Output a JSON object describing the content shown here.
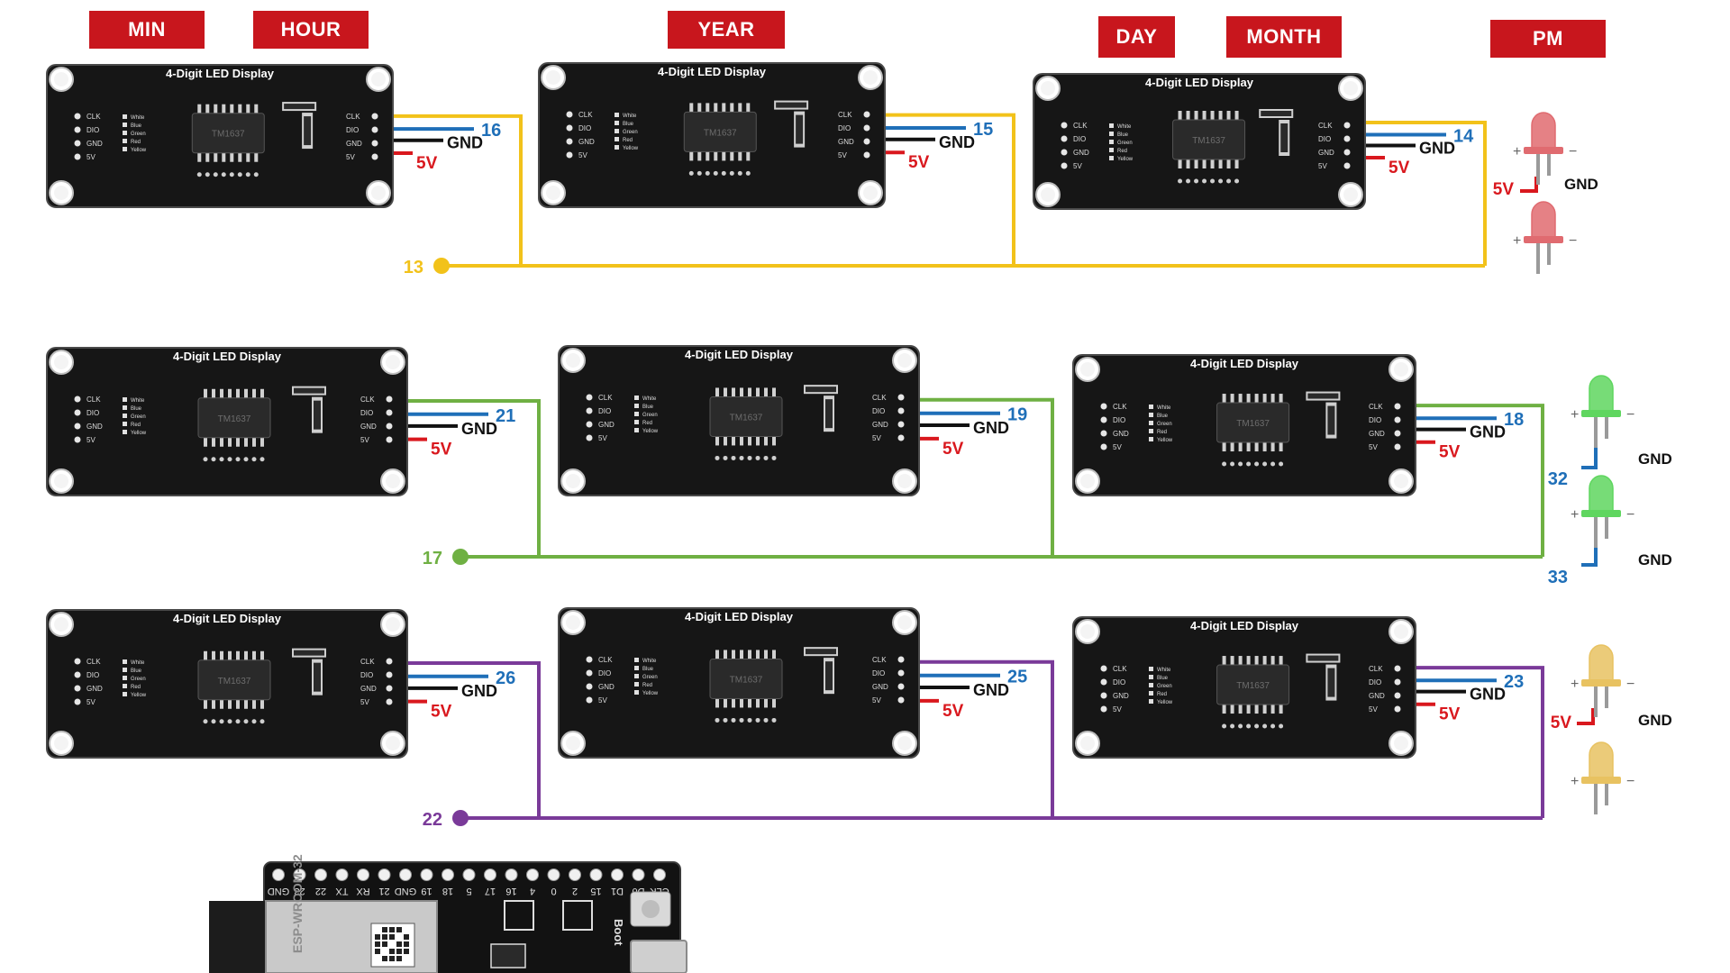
{
  "labels": {
    "min": "MIN",
    "hour": "HOUR",
    "year": "YEAR",
    "day": "DAY",
    "month": "MONTH",
    "pm": "PM"
  },
  "module": {
    "title": "4-Digit LED Display",
    "left_pins": [
      "CLK",
      "DIO",
      "GND",
      "5V"
    ],
    "wire_colors": [
      "White",
      "Blue",
      "Green",
      "Red",
      "Yellow"
    ],
    "right_pins": [
      "CLK",
      "DIO",
      "GND",
      "5V"
    ],
    "chip": "TM1637"
  },
  "wires": {
    "gnd": "GND",
    "v5": "5V"
  },
  "pins": {
    "r1_m1": "16",
    "r1_m2": "15",
    "r1_m3": "14",
    "r1_clk": "13",
    "r2_m1": "21",
    "r2_m2": "19",
    "r2_m3": "18",
    "r2_clk": "17",
    "r3_m1": "26",
    "r3_m2": "25",
    "r3_m3": "23",
    "r3_clk": "22",
    "green_led_1": "32",
    "green_led_2": "33"
  },
  "led_signs": {
    "plus": "+",
    "minus": "−"
  },
  "board": {
    "header_pins": [
      "GND",
      "23",
      "22",
      "TX",
      "RX",
      "21",
      "GND",
      "19",
      "18",
      "5",
      "17",
      "16",
      "4",
      "0",
      "2",
      "15",
      "D1",
      "D0",
      "CLK"
    ],
    "module_text": "ESP-WROOM-32",
    "boot_label": "Boot"
  },
  "colors": {
    "tag_red": "#c8161d",
    "clk_row1": "#f2c21a",
    "clk_row2": "#6fb043",
    "clk_row3": "#7a3a99",
    "dio_blue": "#1f6fb8",
    "gnd_black": "#111111",
    "v5_red": "#d9181e",
    "pin_label_blue": "#1f6fb8",
    "led_red": "#e06b70",
    "led_green": "#5fd65f",
    "led_yellow": "#e8c261"
  }
}
